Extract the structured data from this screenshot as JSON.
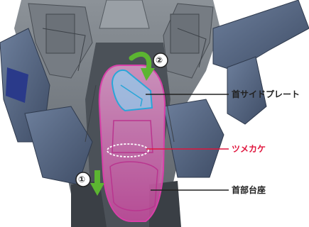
{
  "callouts": {
    "neck_side_plate": "首サイドプレート",
    "tab_catch": "ツメカケ",
    "neck_base": "首部台座"
  },
  "steps": [
    {
      "number": "①",
      "arrow": "down"
    },
    {
      "number": "②",
      "arrow": "curved-clockwise"
    }
  ],
  "colors": {
    "neck_side_plate_highlight": "#2aa6d8",
    "neck_base_highlight": "#e24fb4",
    "tab_catch_label": "#e0143c",
    "step_arrow": "#5cb531",
    "leader_line": "#222222"
  }
}
